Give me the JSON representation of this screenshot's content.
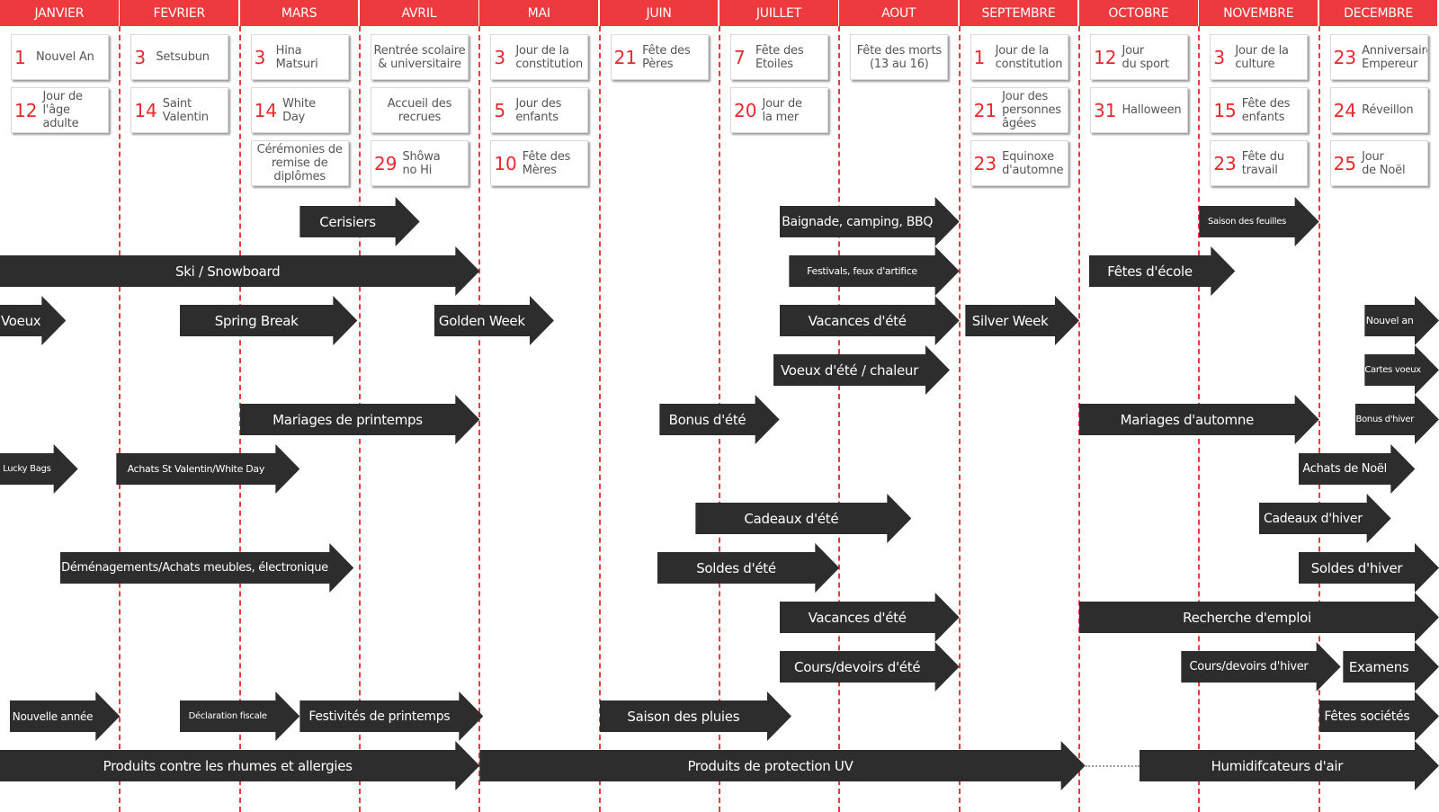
{
  "months": [
    "JANVIER",
    "FEVRIER",
    "MARS",
    "AVRIL",
    "MAI",
    "JUIN",
    "JUILLET",
    "AOUT",
    "SEPTEMBRE",
    "OCTOBRE",
    "NOVEMBRE",
    "DECEMBRE"
  ],
  "events": [
    [
      {
        "num": "1",
        "label": "Nouvel An"
      },
      {
        "num": "12",
        "label": "Jour de\nl'âge adulte"
      }
    ],
    [
      {
        "num": "3",
        "label": "Setsubun"
      },
      {
        "num": "14",
        "label": "Saint\nValentin"
      }
    ],
    [
      {
        "num": "3",
        "label": "Hina\nMatsuri"
      },
      {
        "num": "14",
        "label": "White\nDay"
      },
      {
        "num": "",
        "label": "Cérémonies de\nremise de\ndiplômes"
      }
    ],
    [
      {
        "num": "",
        "label": "Rentrée scolaire\n& universitaire"
      },
      {
        "num": "",
        "label": "Accueil des\nrecrues"
      },
      {
        "num": "29",
        "label": "Shôwa\nno Hi"
      }
    ],
    [
      {
        "num": "3",
        "label": "Jour de la\nconstitution"
      },
      {
        "num": "5",
        "label": "Jour des\nenfants"
      },
      {
        "num": "10",
        "label": "Fête des\nMères"
      }
    ],
    [
      {
        "num": "21",
        "label": "Fête des\nPères"
      }
    ],
    [
      {
        "num": "7",
        "label": "Fête des\nEtoiles"
      },
      {
        "num": "20",
        "label": "Jour de\nla mer"
      }
    ],
    [
      {
        "num": "",
        "label": "Fête des morts\n(13 au 16)"
      }
    ],
    [
      {
        "num": "1",
        "label": "Jour de la\nconstitution"
      },
      {
        "num": "21",
        "label": "Jour des\npersonnes\nâgées"
      },
      {
        "num": "23",
        "label": "Equinoxe\nd'automne"
      }
    ],
    [
      {
        "num": "12",
        "label": "Jour\ndu sport"
      },
      {
        "num": "31",
        "label": "Halloween"
      }
    ],
    [
      {
        "num": "3",
        "label": "Jour de la\nculture"
      },
      {
        "num": "15",
        "label": "Fête des\nenfants"
      },
      {
        "num": "23",
        "label": "Fête du\ntravail"
      }
    ],
    [
      {
        "num": "23",
        "label": "Anniversaire\nEmpereur"
      },
      {
        "num": "24",
        "label": "Réveillon"
      },
      {
        "num": "25",
        "label": "Jour\nde Noël"
      }
    ]
  ],
  "arrows": [
    {
      "label": "Cerisiers",
      "start": 2.5,
      "end": 3.5,
      "row": 0
    },
    {
      "label": "Baignade, camping, BBQ",
      "start": 6.5,
      "end": 8.0,
      "row": 0
    },
    {
      "label": "Saison des feuilles",
      "start": 10.0,
      "end": 11.0,
      "row": 0
    },
    {
      "label": "Ski / Snowboard",
      "start": 0.0,
      "end": 4.0,
      "row": 1
    },
    {
      "label": "Festivals, feux d'artifice",
      "start": 6.58,
      "end": 8.0,
      "row": 1
    },
    {
      "label": "Fêtes d'école",
      "start": 9.08,
      "end": 10.3,
      "row": 1
    },
    {
      "label": "Voeux",
      "start": 0.0,
      "end": 0.55,
      "row": 2
    },
    {
      "label": "Spring Break",
      "start": 1.5,
      "end": 2.98,
      "row": 2
    },
    {
      "label": "Golden Week",
      "start": 3.62,
      "end": 4.62,
      "row": 2
    },
    {
      "label": "Vacances d'été",
      "start": 6.5,
      "end": 8.0,
      "row": 2
    },
    {
      "label": "Silver Week",
      "start": 8.05,
      "end": 9.0,
      "row": 2
    },
    {
      "label": "Nouvel an",
      "start": 11.38,
      "end": 12.0,
      "row": 2
    },
    {
      "label": "Voeux d'été / chaleur",
      "start": 6.45,
      "end": 7.92,
      "row": 3
    },
    {
      "label": "Cartes voeux",
      "start": 11.38,
      "end": 12.0,
      "row": 3
    },
    {
      "label": "Mariages de printemps",
      "start": 2.0,
      "end": 4.0,
      "row": 4
    },
    {
      "label": "Bonus d'été",
      "start": 5.5,
      "end": 6.5,
      "row": 4
    },
    {
      "label": "Mariages d'automne",
      "start": 9.0,
      "end": 11.0,
      "row": 4
    },
    {
      "label": "Bonus d'hiver",
      "start": 11.3,
      "end": 12.0,
      "row": 4
    },
    {
      "label": "Lucky Bags",
      "start": 0.0,
      "end": 0.65,
      "row": 5
    },
    {
      "label": "Achats St Valentin/White Day",
      "start": 0.97,
      "end": 2.5,
      "row": 5
    },
    {
      "label": "Achats de Noël",
      "start": 10.83,
      "end": 11.8,
      "row": 5
    },
    {
      "label": "Cadeaux d'été",
      "start": 5.8,
      "end": 7.6,
      "row": 6
    },
    {
      "label": "Cadeaux d'hiver",
      "start": 10.5,
      "end": 11.6,
      "row": 6
    },
    {
      "label": "Déménagements/Achats meubles, électronique",
      "start": 0.5,
      "end": 2.95,
      "row": 7
    },
    {
      "label": "Soldes d'été",
      "start": 5.48,
      "end": 7.0,
      "row": 7
    },
    {
      "label": "Soldes d'hiver",
      "start": 10.83,
      "end": 12.0,
      "row": 7
    },
    {
      "label": "Vacances d'été",
      "start": 6.5,
      "end": 8.0,
      "row": 8
    },
    {
      "label": "Recherche d'emploi",
      "start": 9.0,
      "end": 12.0,
      "row": 8
    },
    {
      "label": "Cours/devoirs d'été",
      "start": 6.5,
      "end": 8.0,
      "row": 9
    },
    {
      "label": "Cours/devoirs d'hiver",
      "start": 9.85,
      "end": 11.18,
      "row": 9
    },
    {
      "label": "Examens",
      "start": 11.2,
      "end": 12.0,
      "row": 9
    },
    {
      "label": "Nouvelle année",
      "start": 0.08,
      "end": 1.0,
      "row": 10
    },
    {
      "label": "Déclaration fiscale",
      "start": 1.5,
      "end": 2.5,
      "row": 10
    },
    {
      "label": "Festivités de printemps",
      "start": 2.5,
      "end": 4.03,
      "row": 10
    },
    {
      "label": "Saison des pluies",
      "start": 5.0,
      "end": 6.6,
      "row": 10
    },
    {
      "label": "Fêtes sociétés",
      "start": 11.0,
      "end": 12.0,
      "row": 10
    },
    {
      "label": "Produits contre les rhumes et allergies",
      "start": 0.0,
      "end": 4.0,
      "row": 11
    },
    {
      "label": "Produits de protection UV",
      "start": 4.0,
      "end": 9.05,
      "row": 11
    },
    {
      "label": "Humidifcateurs d'air",
      "start": 9.5,
      "end": 12.0,
      "row": 11
    }
  ]
}
